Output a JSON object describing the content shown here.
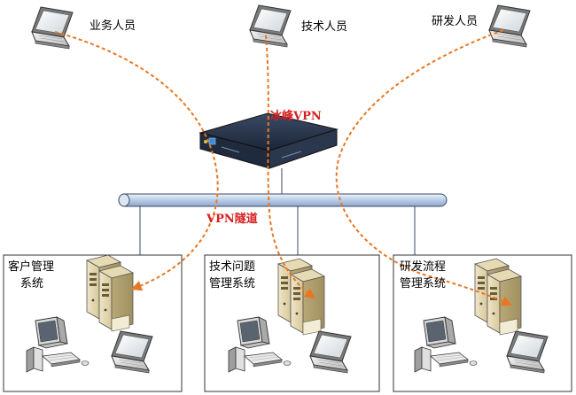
{
  "users": {
    "business": "业务人员",
    "tech": "技术人员",
    "rnd": "研发人员"
  },
  "vpn": {
    "device_label": "冰峰VPN",
    "tunnel_label": "VPN隧道"
  },
  "systems": {
    "crm_line1": "客户管理",
    "crm_line2": "系统",
    "tech_line1": "技术问题",
    "tech_line2": "管理系统",
    "rnd_line1": "研发流程",
    "rnd_line2": "管理系统"
  },
  "colors": {
    "tunnel": "#e87722",
    "label_red": "#d62020",
    "bus_fill": "#c8d8ec",
    "bus_stroke": "#3a4a66"
  }
}
